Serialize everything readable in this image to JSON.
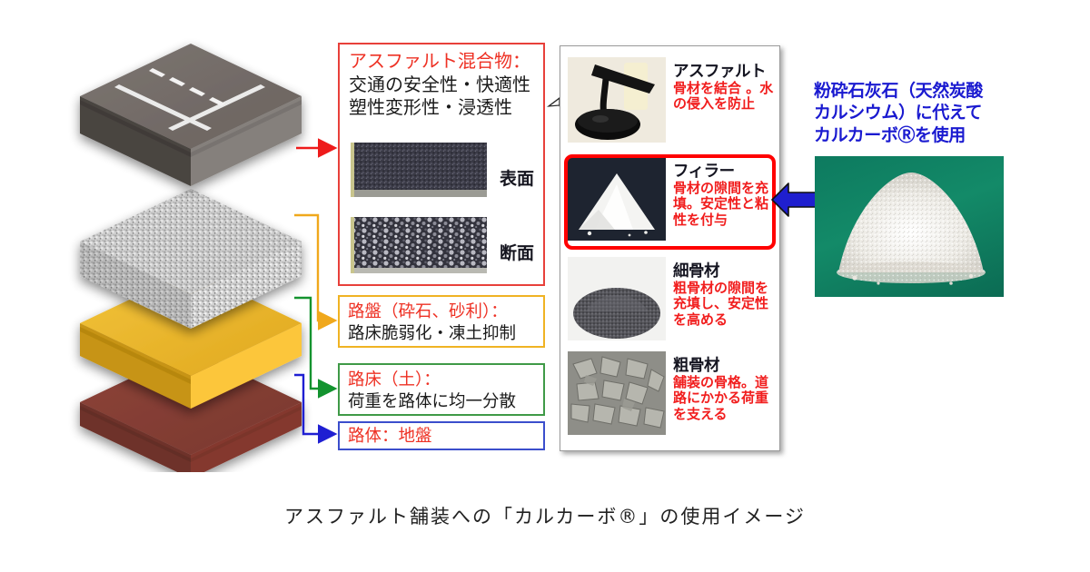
{
  "caption": "アスファルト舗装への「カルカーボ®」の使用イメージ",
  "layers": {
    "surface": {
      "title": "アスファルト混合物：",
      "lines": [
        "交通の安全性・快適性",
        "塑性変形性・浸透性"
      ],
      "accent": "#e8403a"
    },
    "base": {
      "title": "路盤（砕石、砂利）：",
      "lines": [
        "路床脆弱化・凍土抑制"
      ],
      "accent": "#f0b323"
    },
    "subgrade": {
      "title": "路床（土）：",
      "lines": [
        "荷重を路体に均一分散"
      ],
      "accent": "#3f9a47"
    },
    "roadbed": {
      "title": "路体：地盤",
      "lines": [],
      "accent": "#3b4ecc"
    }
  },
  "samples": [
    {
      "label": "表面",
      "alt": "asphalt-surface-photo"
    },
    {
      "label": "断面",
      "alt": "asphalt-cross-section-photo"
    }
  ],
  "materials": [
    {
      "name": "アスファルト",
      "desc": "骨材を結合 。水の侵入を防止",
      "photo": "asphalt-binder-photo",
      "highlighted": false
    },
    {
      "name": "フィラー",
      "desc": "骨材の隙間を充填。安定性と粘性を付与",
      "photo": "filler-powder-photo",
      "highlighted": true
    },
    {
      "name": "細骨材",
      "desc": "粗骨材の隙間を充填し、安定性を高める",
      "photo": "fine-aggregate-photo",
      "highlighted": false
    },
    {
      "name": "粗骨材",
      "desc": "舗装の骨格。道路にかかる荷重を支える",
      "photo": "coarse-aggregate-photo",
      "highlighted": false
    }
  ],
  "callout": {
    "lines": [
      "粉砕石灰石（天然炭酸",
      "カルシウム）に代えて",
      "カルカーボⓇを使用"
    ],
    "color": "#1a1ad0",
    "photo": "calcarbo-powder-photo",
    "arrow": "left-arrow-icon"
  },
  "colors": {
    "red": "#e8403a",
    "yellow": "#f0b323",
    "green": "#3f9a47",
    "blue": "#3b4ecc",
    "highlight_red": "#ff0000",
    "arrow_blue": "#1f1fcf"
  }
}
